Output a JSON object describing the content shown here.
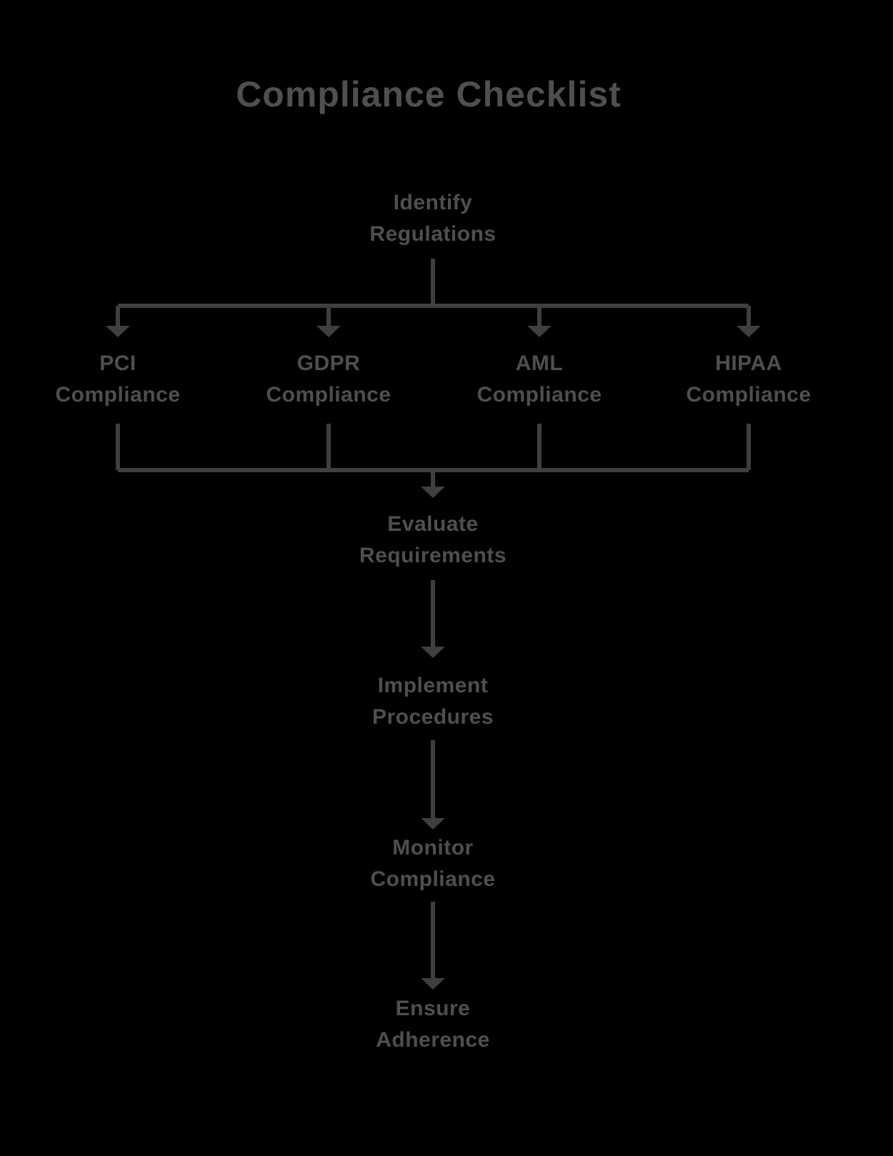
{
  "title": "Compliance Checklist",
  "colors": {
    "background": "#000000",
    "line": "#3f3f3f",
    "text": "#4f4f4f"
  },
  "chart_data": {
    "type": "flowchart",
    "title": "Compliance Checklist",
    "steps": [
      "Identify Regulations",
      "PCI / GDPR / AML / HIPAA Compliance (parallel branches)",
      "Evaluate Requirements",
      "Implement Procedures",
      "Monitor Compliance",
      "Ensure Adherence"
    ]
  },
  "nodes": {
    "identify": {
      "line1": "Identify",
      "line2": "Regulations"
    },
    "evaluate": {
      "line1": "Evaluate",
      "line2": "Requirements"
    },
    "implement": {
      "line1": "Implement",
      "line2": "Procedures"
    },
    "monitor": {
      "line1": "Monitor",
      "line2": "Compliance"
    },
    "ensure": {
      "line1": "Ensure",
      "line2": "Adherence"
    }
  },
  "branches": [
    {
      "line1": "PCI",
      "line2": "Compliance"
    },
    {
      "line1": "GDPR",
      "line2": "Compliance"
    },
    {
      "line1": "AML",
      "line2": "Compliance"
    },
    {
      "line1": "HIPAA",
      "line2": "Compliance"
    }
  ]
}
